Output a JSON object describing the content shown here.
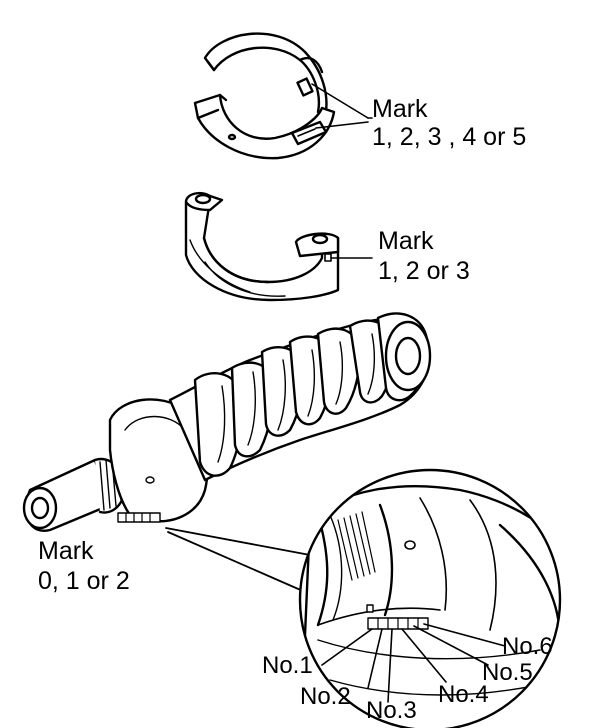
{
  "labels": {
    "bearing_upper": {
      "title": "Mark",
      "values": "1, 2, 3 , 4 or 5"
    },
    "connecting_rod_cap": {
      "title": "Mark",
      "values": "1, 2 or 3"
    },
    "crankshaft": {
      "title": "Mark",
      "values": "0, 1 or 2"
    }
  },
  "journals": [
    "No.1",
    "No.2",
    "No.3",
    "No.4",
    "No.5",
    "No.6"
  ],
  "colors": {
    "ink": "#000000",
    "paper": "#ffffff"
  }
}
